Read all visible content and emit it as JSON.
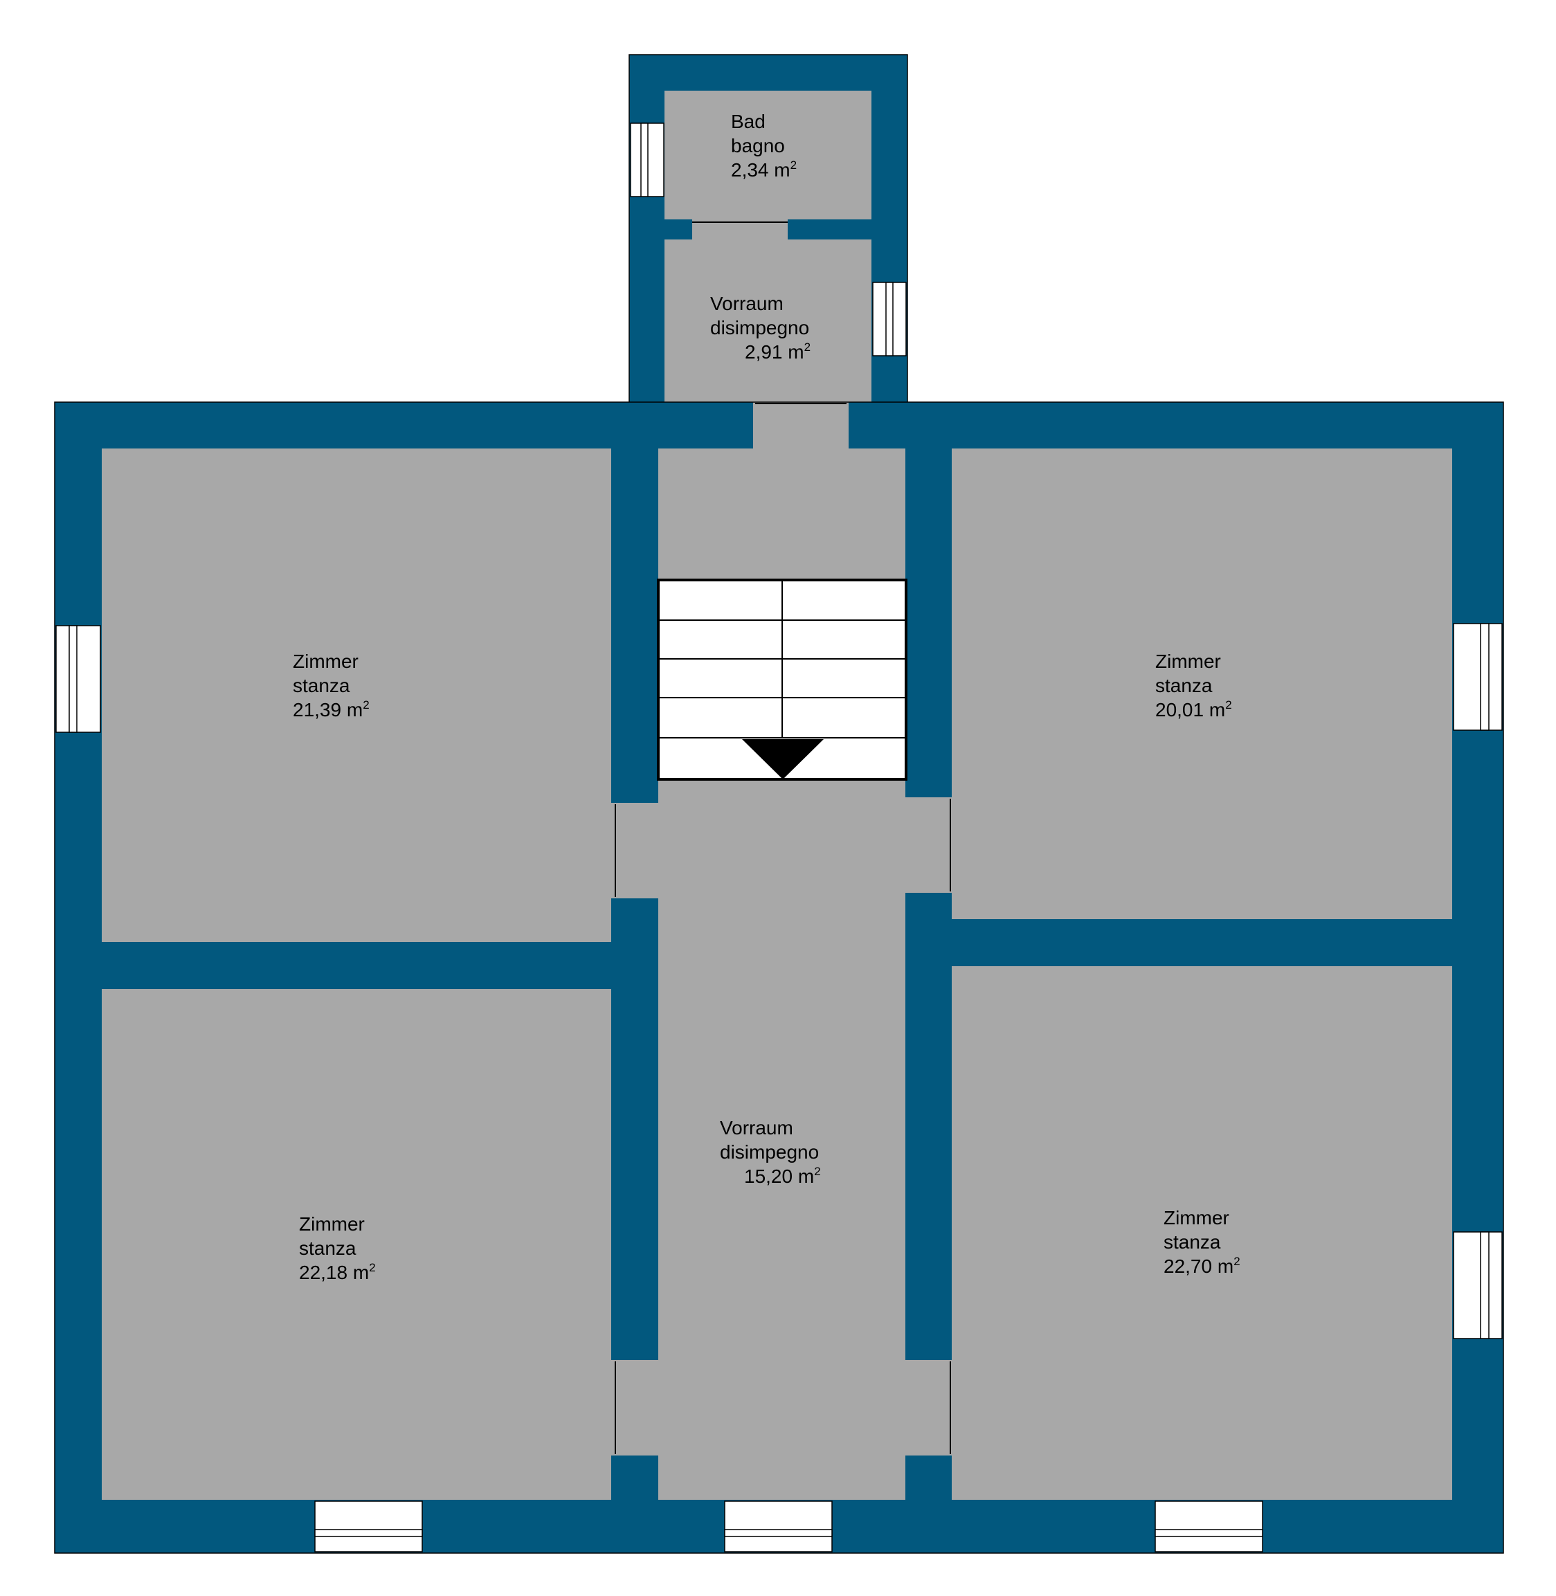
{
  "colors": {
    "wall": "#02587e",
    "floor": "#a8a8a8",
    "background": "#ffffff",
    "stair": "#ffffff",
    "line": "#000000"
  },
  "area_unit": "m",
  "area_unit_exponent": "2",
  "rooms": [
    {
      "id": "bad",
      "name_de": "Bad",
      "name_it": "bagno",
      "area": "2,34"
    },
    {
      "id": "vorraum-top",
      "name_de": "Vorraum",
      "name_it": "disimpegno",
      "area": "2,91"
    },
    {
      "id": "zimmer-top-left",
      "name_de": "Zimmer",
      "name_it": "stanza",
      "area": "21,39"
    },
    {
      "id": "zimmer-top-right",
      "name_de": "Zimmer",
      "name_it": "stanza",
      "area": "20,01"
    },
    {
      "id": "vorraum-main",
      "name_de": "Vorraum",
      "name_it": "disimpegno",
      "area": "15,20"
    },
    {
      "id": "zimmer-bottom-left",
      "name_de": "Zimmer",
      "name_it": "stanza",
      "area": "22,18"
    },
    {
      "id": "zimmer-bottom-right",
      "name_de": "Zimmer",
      "name_it": "stanza",
      "area": "22,70"
    }
  ],
  "staircase": {
    "icon": "stair-direction-arrow-icon"
  }
}
